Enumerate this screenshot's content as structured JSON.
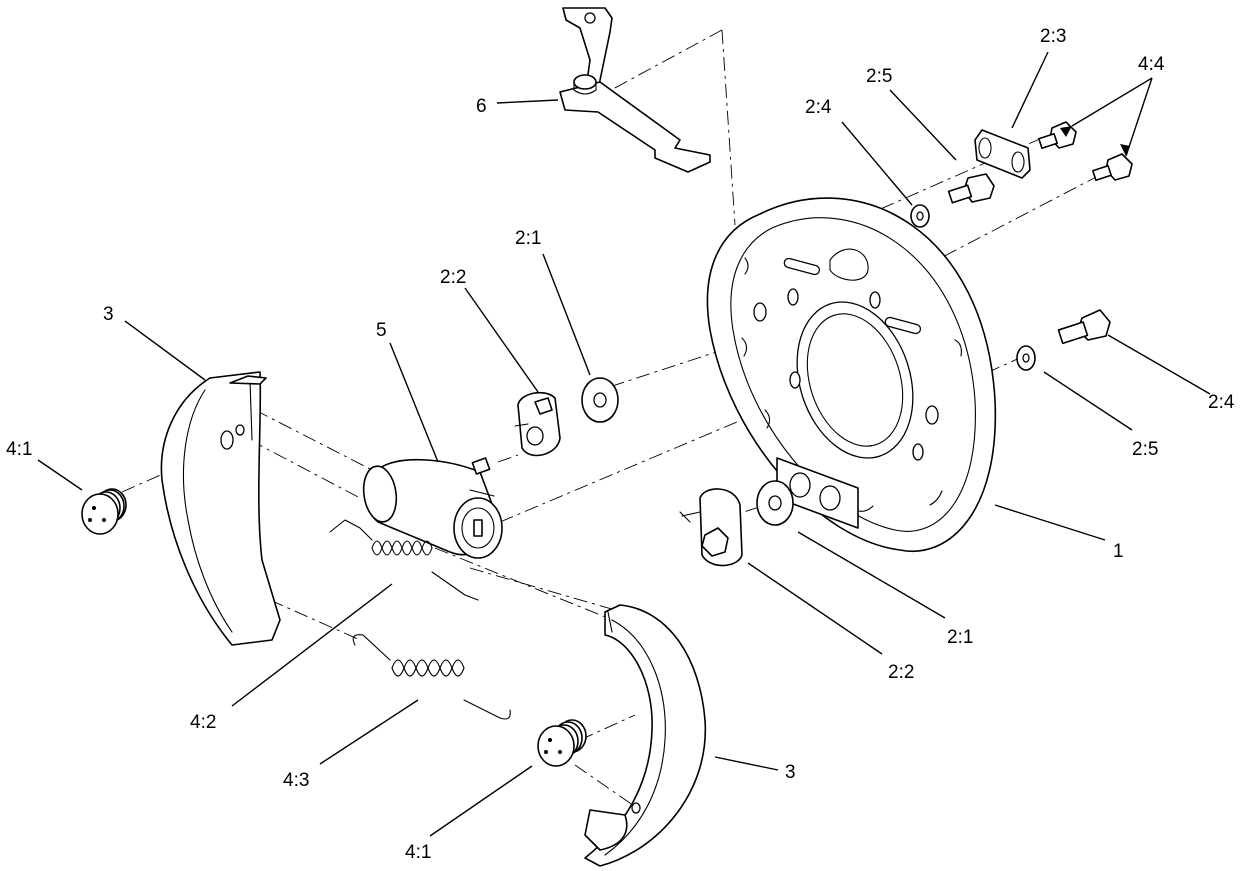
{
  "callouts": {
    "c_6": "6",
    "c_2_1_top": "2:1",
    "c_2_2_top": "2:2",
    "c_5": "5",
    "c_3_left": "3",
    "c_4_1_left": "4:1",
    "c_2_4_top": "2:4",
    "c_2_5_top": "2:5",
    "c_2_3": "2:3",
    "c_4_4": "4:4",
    "c_2_4_right": "2:4",
    "c_2_5_right": "2:5",
    "c_1": "1",
    "c_2_1_bottom": "2:1",
    "c_2_2_bottom": "2:2",
    "c_4_2": "4:2",
    "c_4_3": "4:3",
    "c_3_right": "3",
    "c_4_1_bottom": "4:1"
  },
  "parts": [
    {
      "id": "1",
      "name": "backing-plate"
    },
    {
      "id": "2:1",
      "name": "washer"
    },
    {
      "id": "2:2",
      "name": "adjuster-cam"
    },
    {
      "id": "2:3",
      "name": "spacer-block"
    },
    {
      "id": "2:4",
      "name": "bolt"
    },
    {
      "id": "2:5",
      "name": "washer"
    },
    {
      "id": "3",
      "name": "brake-shoe"
    },
    {
      "id": "4:1",
      "name": "hold-down-spring"
    },
    {
      "id": "4:2",
      "name": "return-spring"
    },
    {
      "id": "4:3",
      "name": "return-spring"
    },
    {
      "id": "4:4",
      "name": "bolt"
    },
    {
      "id": "5",
      "name": "wheel-cylinder"
    },
    {
      "id": "6",
      "name": "parking-brake-lever"
    }
  ]
}
